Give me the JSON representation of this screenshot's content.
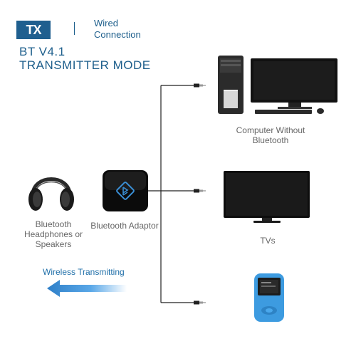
{
  "header": {
    "badge": "TX",
    "mode_line1": "Wired",
    "mode_line2": "Connection",
    "version": "BT V4.1",
    "title": "TRANSMITTER MODE"
  },
  "labels": {
    "computer_line1": "Computer Without",
    "computer_line2": "Bluetooth",
    "tvs": "TVs",
    "adaptor": "Bluetooth Adaptor",
    "headphones_line1": "Bluetooth",
    "headphones_line2": "Headphones or",
    "headphones_line3": "Speakers",
    "wireless": "Wireless Transmitting"
  },
  "colors": {
    "brand_blue": "#1f5f8f",
    "arrow_blue": "#3a8fd6",
    "player_blue": "#3d9be0",
    "label_gray": "#666666"
  }
}
